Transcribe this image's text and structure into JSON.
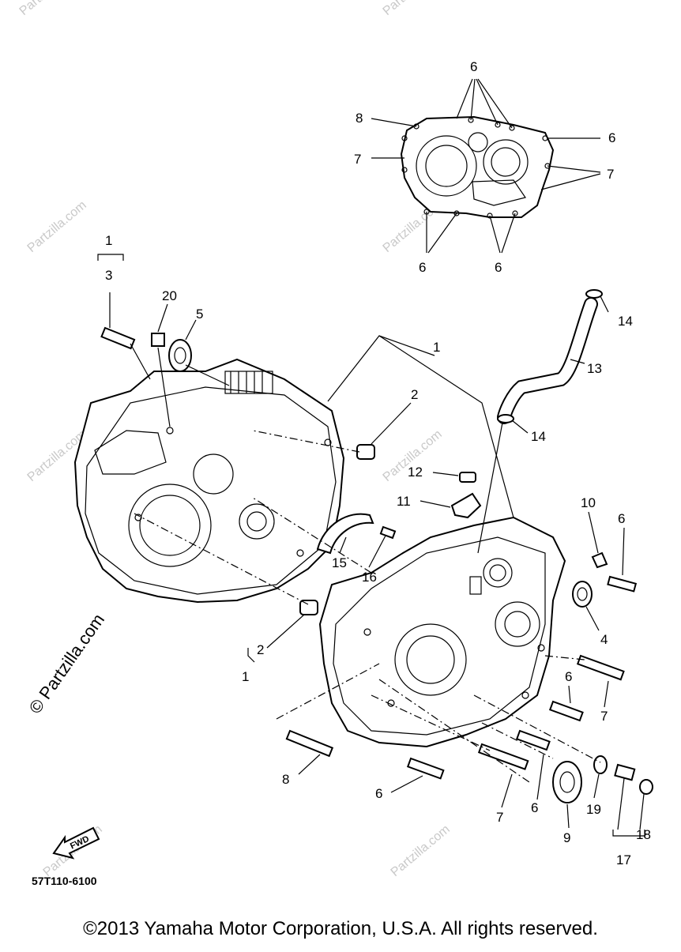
{
  "diagram": {
    "part_code": "57T110-6100",
    "fwd_label": "FWD",
    "watermark": "Partzilla.com",
    "side_watermark": "© Partzilla.com",
    "copyright": "©2013 Yamaha Motor Corporation, U.S.A. All rights reserved."
  },
  "callouts": {
    "c1_top": "1",
    "c3": "3",
    "c20": "20",
    "c5": "5",
    "c1_mid": "1",
    "c2_upper": "2",
    "c8_top": "8",
    "c7_top_left": "7",
    "c6_top_a": "6",
    "c6_top_right": "6",
    "c7_top_right": "7",
    "c6_bottom_a": "6",
    "c6_bottom_b": "6",
    "c14_top": "14",
    "c13": "13",
    "c14_mid": "14",
    "c12": "12",
    "c11": "11",
    "c10": "10",
    "c6_right_top": "6",
    "c15": "15",
    "c16": "16",
    "c4": "4",
    "c2_lower": "2",
    "c1_lower": "1",
    "c6_right_mid": "6",
    "c7_right": "7",
    "c8_bottom": "8",
    "c6_bottom_left": "6",
    "c7_bottom": "7",
    "c6_bottom_mid": "6",
    "c9": "9",
    "c19": "19",
    "c18": "18",
    "c17": "17"
  }
}
